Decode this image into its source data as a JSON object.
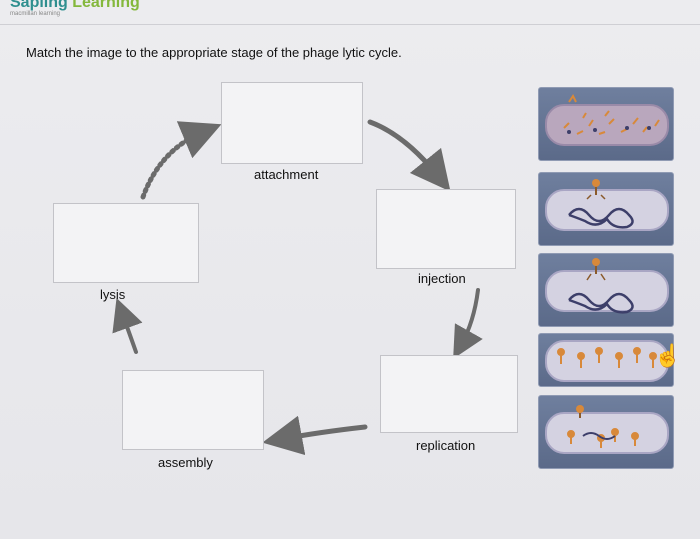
{
  "header": {
    "brand_part1": "Sapling",
    "brand_part2": "Learning",
    "sub_brand": "macmillan learning"
  },
  "question": {
    "prompt": "Match the image to the appropriate stage of the phage lytic cycle."
  },
  "stages": [
    {
      "label": "attachment"
    },
    {
      "label": "injection"
    },
    {
      "label": "replication"
    },
    {
      "label": "assembly"
    },
    {
      "label": "lysis"
    }
  ],
  "image_bank": {
    "cards": [
      {
        "icon": "lysis-image-icon"
      },
      {
        "icon": "injection-image-icon"
      },
      {
        "icon": "attachment-image-icon"
      },
      {
        "icon": "assembly-image-icon"
      },
      {
        "icon": "replication-image-icon"
      }
    ]
  },
  "colors": {
    "arrow": "#6b6b6b",
    "card_bg": "#6f7f9e",
    "cell_fill": "#d4d2e1",
    "phage": "#d8893a",
    "dna": "#7a7fa3"
  }
}
